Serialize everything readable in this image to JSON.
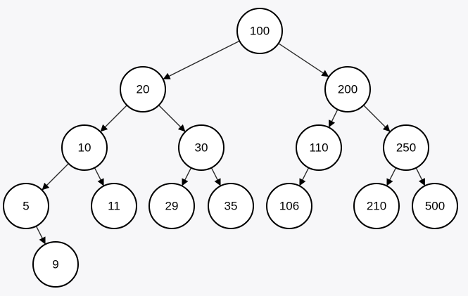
{
  "tree": {
    "nodes": [
      {
        "id": "n100",
        "label": "100"
      },
      {
        "id": "n20",
        "label": "20"
      },
      {
        "id": "n200",
        "label": "200"
      },
      {
        "id": "n10",
        "label": "10"
      },
      {
        "id": "n30",
        "label": "30"
      },
      {
        "id": "n110",
        "label": "110"
      },
      {
        "id": "n250",
        "label": "250"
      },
      {
        "id": "n5",
        "label": "5"
      },
      {
        "id": "n11",
        "label": "11"
      },
      {
        "id": "n29",
        "label": "29"
      },
      {
        "id": "n35",
        "label": "35"
      },
      {
        "id": "n106",
        "label": "106"
      },
      {
        "id": "n210",
        "label": "210"
      },
      {
        "id": "n500",
        "label": "500"
      },
      {
        "id": "n9",
        "label": "9"
      }
    ],
    "edges": [
      {
        "from": "n100",
        "to": "n20"
      },
      {
        "from": "n100",
        "to": "n200"
      },
      {
        "from": "n20",
        "to": "n10"
      },
      {
        "from": "n20",
        "to": "n30"
      },
      {
        "from": "n200",
        "to": "n110"
      },
      {
        "from": "n200",
        "to": "n250"
      },
      {
        "from": "n10",
        "to": "n5"
      },
      {
        "from": "n10",
        "to": "n11"
      },
      {
        "from": "n30",
        "to": "n29"
      },
      {
        "from": "n30",
        "to": "n35"
      },
      {
        "from": "n110",
        "to": "n106"
      },
      {
        "from": "n250",
        "to": "n210"
      },
      {
        "from": "n250",
        "to": "n500"
      },
      {
        "from": "n5",
        "to": "n9"
      }
    ]
  }
}
